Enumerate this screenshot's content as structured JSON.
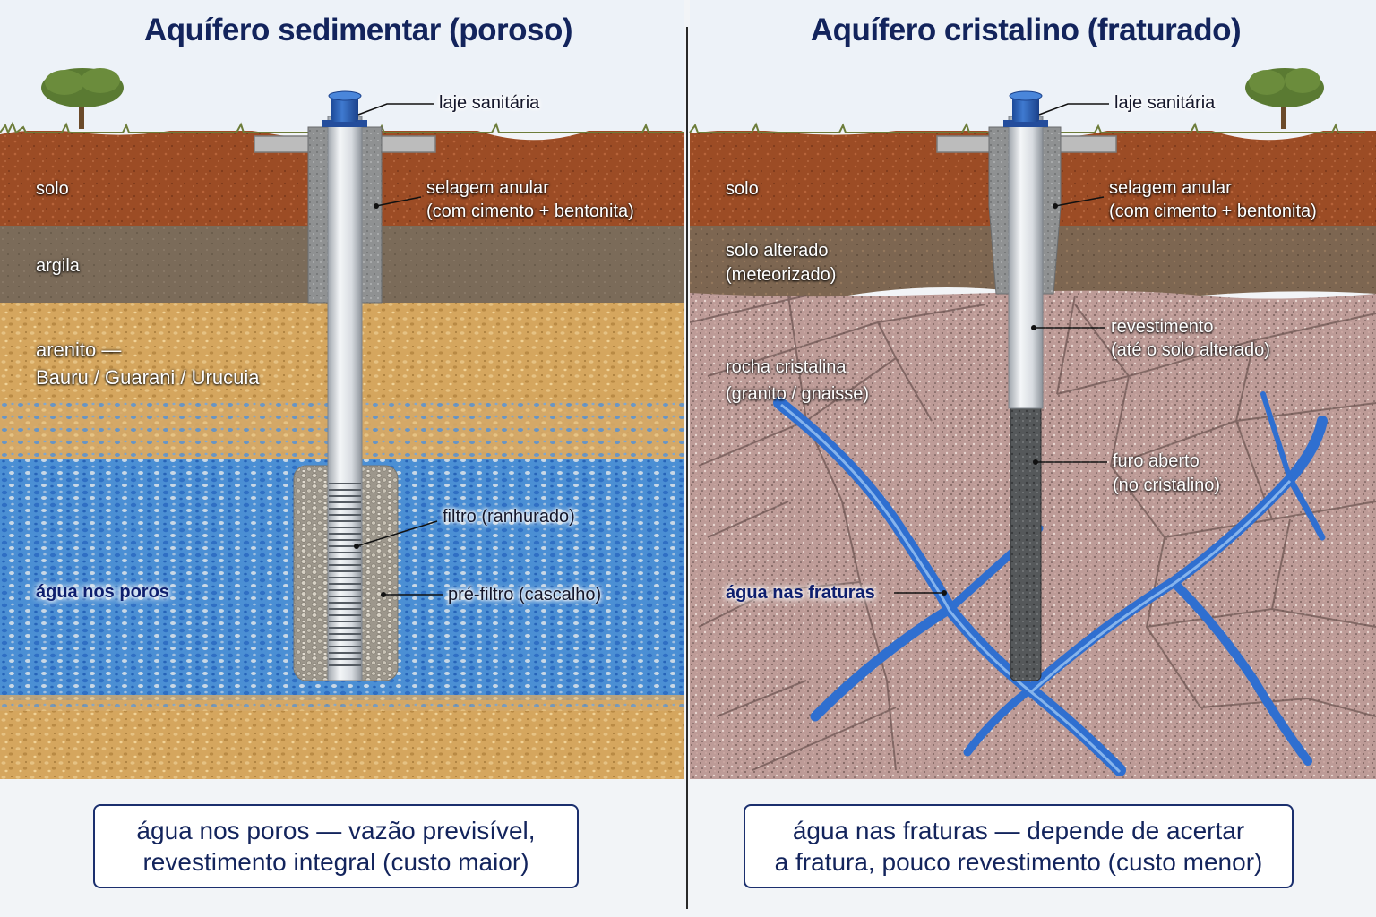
{
  "left": {
    "title": "Aquífero sedimentar (poroso)",
    "layers": {
      "solo": "solo",
      "argila": "argila",
      "arenito_1": "arenito —",
      "arenito_2": "Bauru / Guarani / Urucuia",
      "agua": "água nos poros"
    },
    "callouts": {
      "laje": "laje sanitária",
      "selagem_1": "selagem anular",
      "selagem_2": "(com cimento + bentonita)",
      "filtro": "filtro (ranhurado)",
      "prefiltro": "pré-filtro (cascalho)"
    },
    "summary_1": "água nos poros — vazão previsível,",
    "summary_2": "revestimento integral (custo maior)"
  },
  "right": {
    "title": "Aquífero cristalino (fraturado)",
    "layers": {
      "solo": "solo",
      "alterado_1": "solo alterado",
      "alterado_2": "(meteorizado)",
      "rocha_1": "rocha cristalina",
      "rocha_2": "(granito / gnaisse)",
      "agua": "água nas fraturas"
    },
    "callouts": {
      "laje": "laje sanitária",
      "selagem_1": "selagem anular",
      "selagem_2": "(com cimento + bentonita)",
      "revest_1": "revestimento",
      "revest_2": "(até o solo alterado)",
      "furo_1": "furo aberto",
      "furo_2": "(no cristalino)"
    },
    "summary_1": "água nas fraturas — depende de acertar",
    "summary_2": "a fratura, pouco revestimento (custo menor)"
  },
  "colors": {
    "title": "#13245c",
    "soil": "#9a4a24",
    "clay": "#7a6a58",
    "sandstone": "#d2a35a",
    "water": "#3c86d6",
    "granite": "#bc9a96",
    "casing": "#d9dde2",
    "pump_cap": "#2f63b8"
  }
}
